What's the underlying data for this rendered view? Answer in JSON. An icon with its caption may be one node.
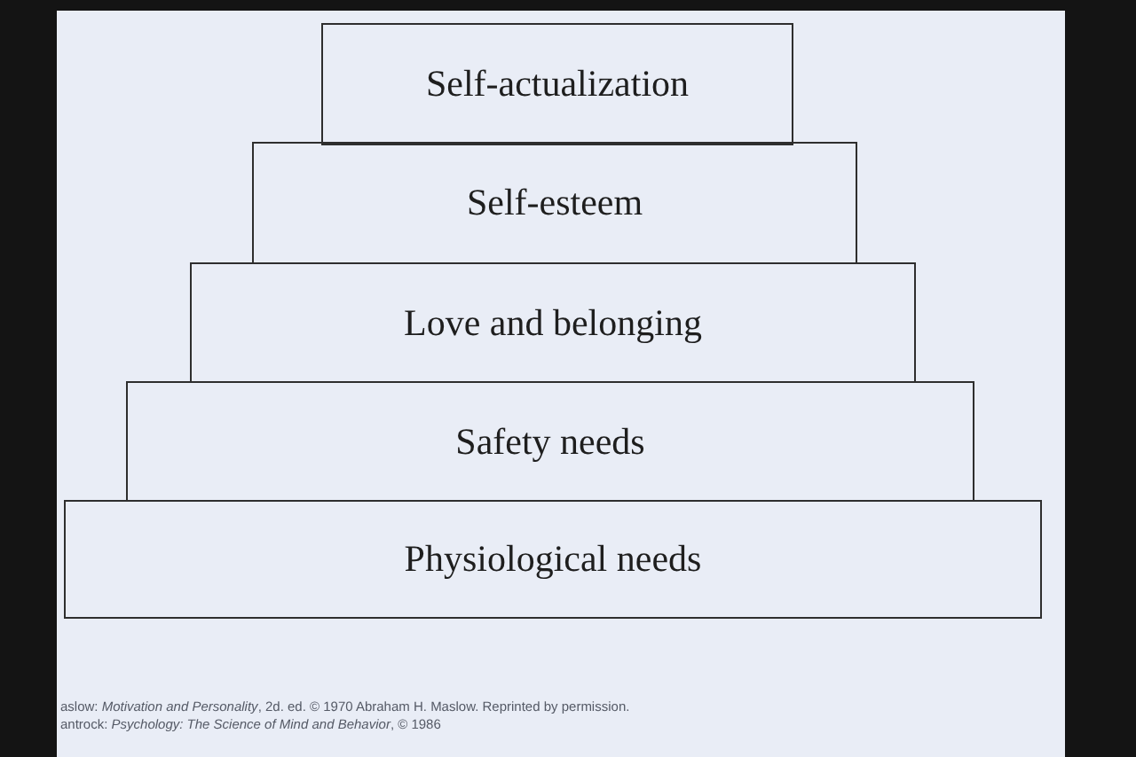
{
  "diagram": {
    "nodes": [
      {
        "text": [
          "Self-actualization"
        ]
      },
      {
        "text": [
          "Self-esteem"
        ]
      },
      {
        "text": [
          "Love and belonging"
        ]
      },
      {
        "text": [
          "Safety needs"
        ]
      },
      {
        "text": [
          "Physiological needs"
        ]
      }
    ],
    "edges": [],
    "labels": [
      "aslow: *Motivation and Personality*, 2d. ed. © 1970 Abraham H. Maslow. Reprinted by permission.",
      "antrock: *Psychology: The Science of Mind and Behavior*, © 1986"
    ]
  }
}
